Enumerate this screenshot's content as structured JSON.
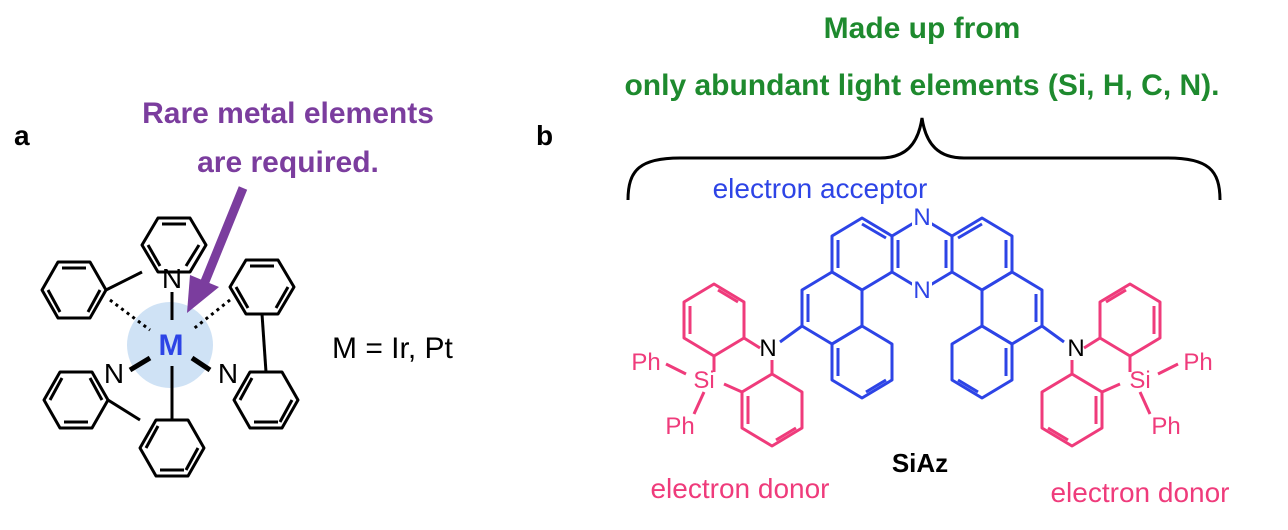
{
  "panel_a": {
    "label": "a",
    "callout": {
      "line1": "Rare metal elements",
      "line2": "are required."
    },
    "metal_symbol": "M",
    "n1": "N",
    "n2": "N",
    "n3": "N",
    "formula": "M = Ir, Pt"
  },
  "panel_b": {
    "label": "b",
    "headline": {
      "line1": "Made up from",
      "line2": "only abundant light elements (Si, H, C, N)."
    },
    "acceptor_label": "electron acceptor",
    "donor_label_left": "electron donor",
    "donor_label_right": "electron donor",
    "compound_name": "SiAz",
    "n_top": "N",
    "n_mid": "N",
    "n_left": "N",
    "n_right": "N",
    "si_left": "Si",
    "si_right": "Si",
    "ph1": "Ph",
    "ph2": "Ph",
    "ph3": "Ph",
    "ph4": "Ph"
  },
  "colors": {
    "metal_purple": "#7b3d9e",
    "light_green": "#1e8a2e",
    "acceptor_blue": "#2d44e6",
    "donor_pink": "#ef3b7b",
    "metal_glow": "#cfe2f5",
    "structure_black": "#000000"
  }
}
